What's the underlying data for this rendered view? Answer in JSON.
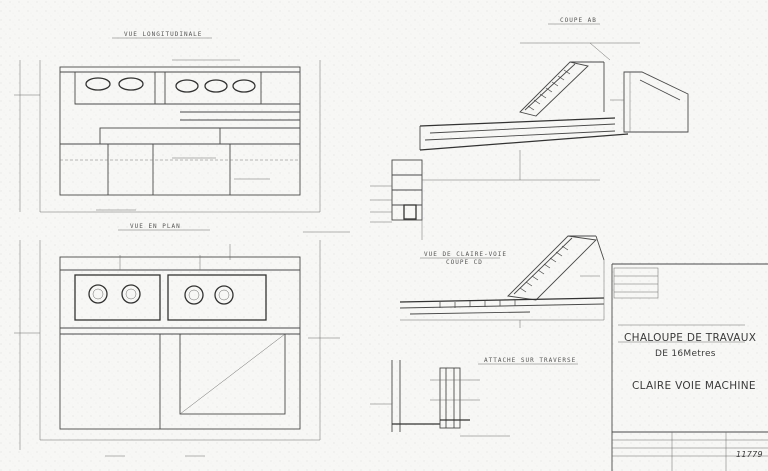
{
  "views": {
    "longitudinal": "VUE LONGITUDINALE",
    "plan": "VUE EN PLAN",
    "section_top": "COUPE AB",
    "section_bottom_a": "VUE DE CLAIRE-VOIE",
    "section_bottom_b": "COUPE CD",
    "detail": "ATTACHE SUR TRAVERSE"
  },
  "title_block": {
    "line1": "CHALOUPE DE TRAVAUX",
    "line2": "DE 16Metres",
    "line3": "CLAIRE VOIE MACHINE",
    "drawing_number": "11779"
  }
}
